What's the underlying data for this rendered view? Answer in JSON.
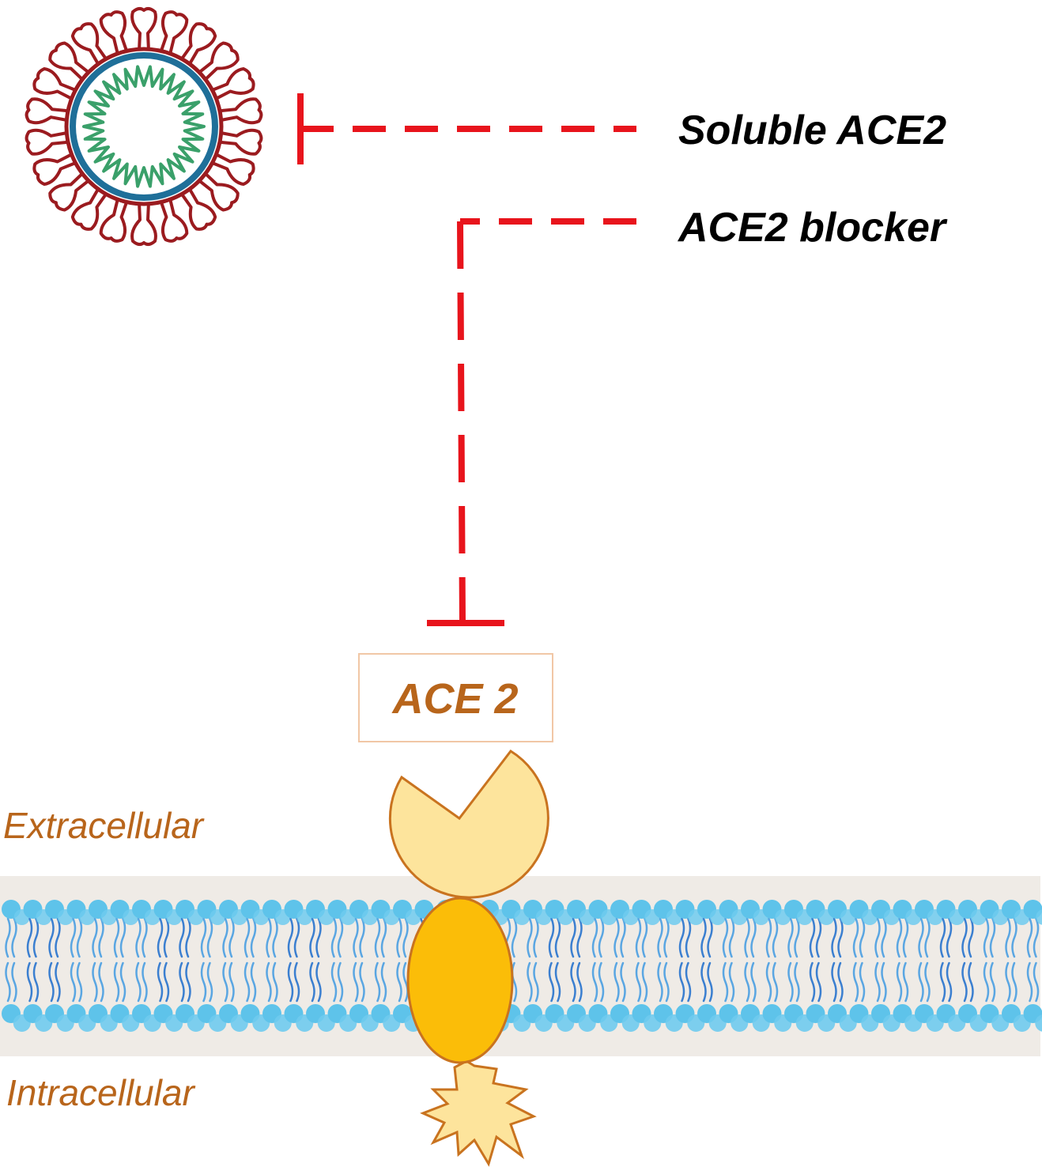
{
  "labels": {
    "soluble_ace2": "Soluble ACE2",
    "ace2_blocker": "ACE2 blocker",
    "ace2_receptor": "ACE 2",
    "extracellular": "Extracellular",
    "intracellular": "Intracellular"
  },
  "icons": {
    "virus": "coronavirus-icon",
    "receptor": "ace2-receptor-icon",
    "membrane": "lipid-bilayer"
  },
  "colors": {
    "inhibition_line": "#e8141c",
    "label_text": "#000000",
    "orange_text": "#b8651b",
    "virus_spikes": "#9b1b1f",
    "virus_envelope": "#1f6f99",
    "virus_rna": "#3aa06a",
    "receptor_head": "#fde49c",
    "receptor_body": "#fbbd08",
    "receptor_outline": "#c9731f",
    "lipid_head": "#5ec3ea",
    "membrane_background": "#efebe6"
  }
}
